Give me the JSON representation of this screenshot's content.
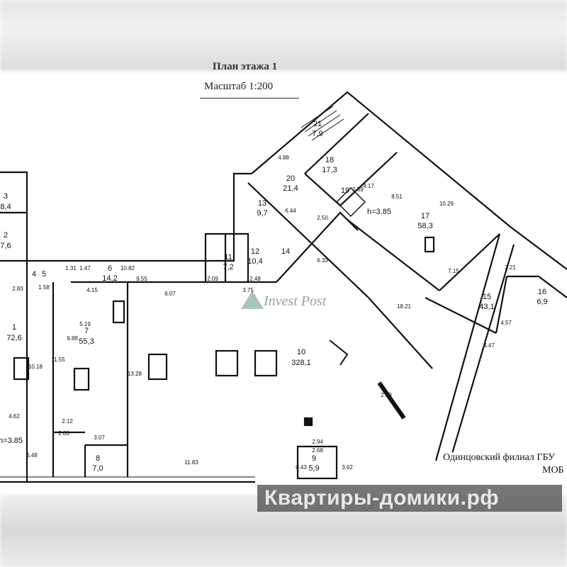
{
  "header": {
    "title": "План этажа 1",
    "scale": "Масштаб 1:200"
  },
  "ceiling_height": "h=3.85",
  "rooms": [
    {
      "num": "1",
      "area": "72,6"
    },
    {
      "num": "2",
      "area": "7,6"
    },
    {
      "num": "3",
      "area": "8,4"
    },
    {
      "num": "4",
      "area": ""
    },
    {
      "num": "5",
      "area": ""
    },
    {
      "num": "6",
      "area": "14,2"
    },
    {
      "num": "7",
      "area": "55,3"
    },
    {
      "num": "8",
      "area": "7,0"
    },
    {
      "num": "9",
      "area": "5,9"
    },
    {
      "num": "10",
      "area": "328,1"
    },
    {
      "num": "11",
      "area": "7,2"
    },
    {
      "num": "12",
      "area": "10,4"
    },
    {
      "num": "13",
      "area": "9,7"
    },
    {
      "num": "14",
      "area": ""
    },
    {
      "num": "15",
      "area": "43,1"
    },
    {
      "num": "16",
      "area": "6,9"
    },
    {
      "num": "17",
      "area": "58,3"
    },
    {
      "num": "18",
      "area": "17,3"
    },
    {
      "num": "19",
      "area": ""
    },
    {
      "num": "20",
      "area": "21,4"
    },
    {
      "num": "21",
      "area": "7,9"
    }
  ],
  "dimensions": [
    "10.82",
    "9.55",
    "4.15",
    "6.07",
    "3.75",
    "2.48",
    "2.09",
    "11.83",
    "4.62",
    "6.48",
    "10.18",
    "11.55",
    "9.88",
    "5.19",
    "13.28",
    "18.21",
    "10.29",
    "8.51",
    "7.15",
    "2.19",
    "3.07",
    "2.12",
    "2.00",
    "2.94",
    "2.68",
    "3.62",
    "0.43",
    "1.47",
    "1.31",
    "2.83",
    "1.58",
    "4.88",
    "6.44",
    "2.50",
    "6.33",
    "4.17",
    "2.59",
    "4.47",
    "4.57",
    "2.21"
  ],
  "watermarks": {
    "site": "Квартиры-домики.рф",
    "agency": "Invest Post",
    "branch": "Одинцовский филиал ГБУ",
    "branch2": "МОБ"
  }
}
